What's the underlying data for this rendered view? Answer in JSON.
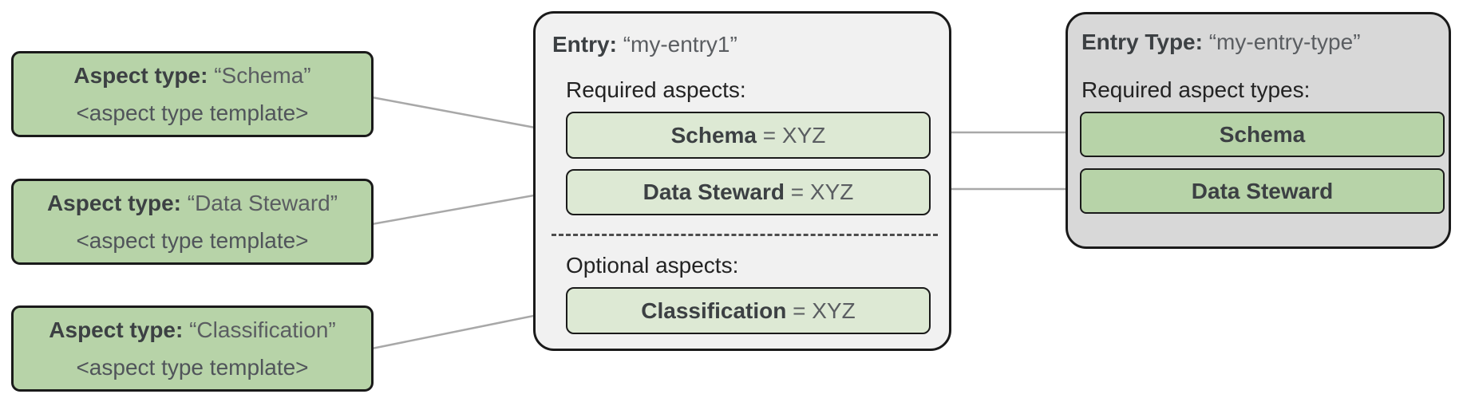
{
  "aspect_types": [
    {
      "label": "Aspect type:",
      "name": "“Schema”",
      "template": "<aspect type template>"
    },
    {
      "label": "Aspect type:",
      "name": "“Data Steward”",
      "template": "<aspect type template>"
    },
    {
      "label": "Aspect type:",
      "name": "“Classification”",
      "template": "<aspect type template>"
    }
  ],
  "entry": {
    "label": "Entry:",
    "name": "“my-entry1”",
    "required_heading": "Required aspects:",
    "optional_heading": "Optional aspects:",
    "required_aspects": [
      {
        "name": "Schema",
        "value": "= XYZ"
      },
      {
        "name": "Data Steward",
        "value": "= XYZ"
      }
    ],
    "optional_aspects": [
      {
        "name": "Classification",
        "value": "= XYZ"
      }
    ]
  },
  "entry_type": {
    "label": "Entry Type:",
    "name": "“my-entry-type”",
    "required_heading": "Required aspect types:",
    "required_aspect_types": [
      {
        "name": "Schema"
      },
      {
        "name": "Data Steward"
      }
    ]
  },
  "connections": [
    {
      "from": "aspect-type-schema",
      "to": "entry-required-schema"
    },
    {
      "from": "aspect-type-data-steward",
      "to": "entry-required-data-steward"
    },
    {
      "from": "aspect-type-classification",
      "to": "entry-optional-classification"
    },
    {
      "from": "entry-required-schema",
      "to": "entry-type-required-schema"
    },
    {
      "from": "entry-required-data-steward",
      "to": "entry-type-required-data-steward"
    }
  ],
  "colors": {
    "aspect_type_fill": "#b7d3a8",
    "entry_aspect_fill": "#dde9d4",
    "entry_fill": "#f1f1f1",
    "entry_type_fill": "#d8d8d8",
    "border": "#1a1a1a",
    "connector": "#a8a8a8",
    "text_primary": "#3c4043",
    "text_secondary": "#5a5d61"
  }
}
